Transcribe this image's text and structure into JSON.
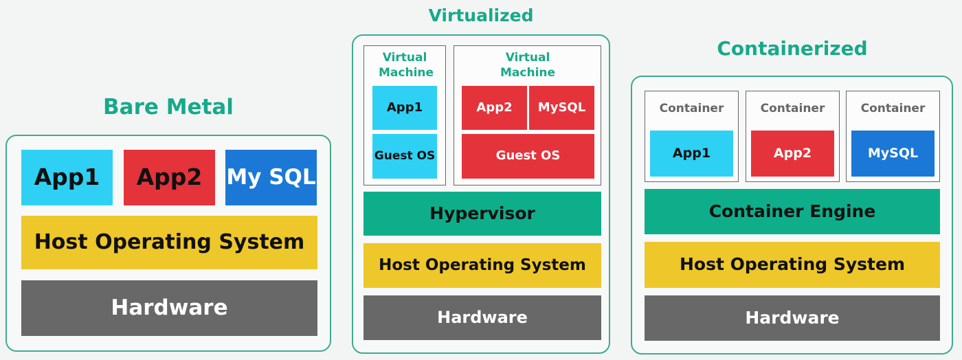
{
  "colors": {
    "title_green": "#17a98a",
    "app_cyan": "#2ed1f4",
    "app_red": "#e5333b",
    "mysql_blue": "#1b78d6",
    "os_yellow": "#eec72a",
    "engine_green": "#0fae8b",
    "hardware_gray": "#686868"
  },
  "bare_metal": {
    "title": "Bare Metal",
    "apps": [
      "App1",
      "App2",
      "My SQL"
    ],
    "host_os": "Host Operating System",
    "hardware": "Hardware"
  },
  "virtualized": {
    "title": "Virtualized",
    "vm1": {
      "label": "Virtual Machine",
      "app": "App1",
      "guest_os": "Guest OS"
    },
    "vm2": {
      "label": "Virtual Machine",
      "apps": [
        "App2",
        "MySQL"
      ],
      "guest_os": "Guest OS"
    },
    "hypervisor": "Hypervisor",
    "host_os": "Host Operating System",
    "hardware": "Hardware"
  },
  "containerized": {
    "title": "Containerized",
    "containers": [
      {
        "label": "Container",
        "app": "App1"
      },
      {
        "label": "Container",
        "app": "App2"
      },
      {
        "label": "Container",
        "app": "MySQL"
      }
    ],
    "engine": "Container Engine",
    "host_os": "Host Operating System",
    "hardware": "Hardware"
  }
}
